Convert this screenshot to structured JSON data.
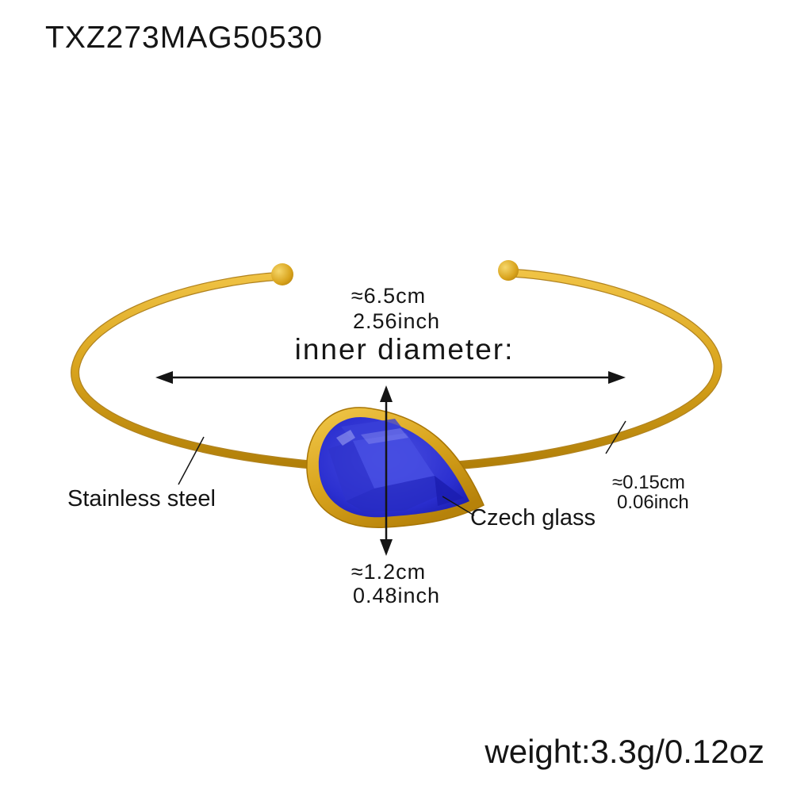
{
  "product": {
    "code": "TXZ273MAG50530",
    "weight": "weight:3.3g/0.12oz"
  },
  "labels": {
    "inner_diameter_cm": "≈6.5cm",
    "inner_diameter_inch": "2.56inch",
    "inner_diameter_title": "inner diameter:",
    "band_material": "Stainless steel",
    "stone_material": "Czech glass",
    "wire_thickness_cm": "≈0.15cm",
    "wire_thickness_inch": "0.06inch",
    "stone_height_cm": "≈1.2cm",
    "stone_height_inch": "0.48inch"
  },
  "illustration": {
    "subject": "open gold cuff bangle with teardrop blue glass stone",
    "colors": {
      "gold": "#D8A31C",
      "gold_light": "#F0C345",
      "gold_dark": "#B07E08",
      "glass_blue": "#2B2FD0",
      "glass_blue_dark": "#181AA8",
      "glass_blue_light": "#5157E6",
      "annotation": "#151515",
      "background": "#FFFFFF"
    }
  }
}
